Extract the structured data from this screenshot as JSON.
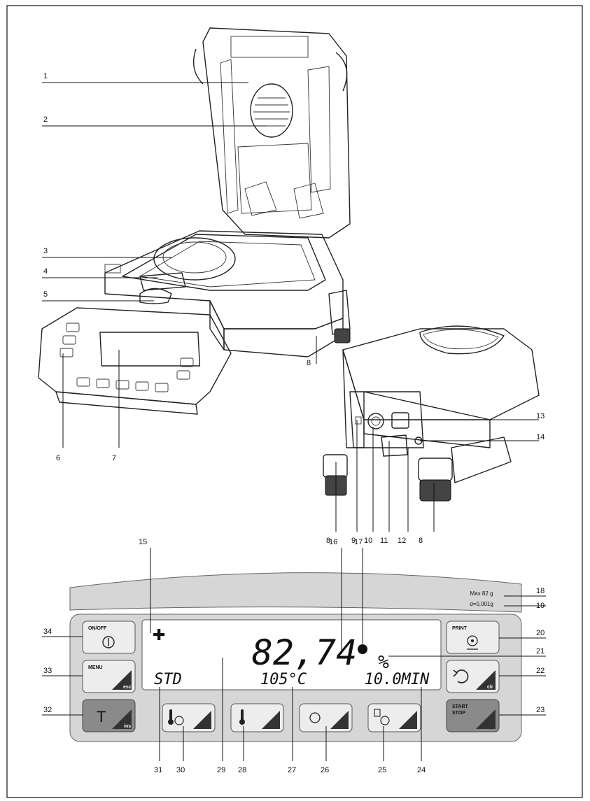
{
  "callouts": {
    "c1": "1",
    "c2": "2",
    "c3": "3",
    "c4": "4",
    "c5": "5",
    "c6": "6",
    "c7": "7",
    "c8a": "8",
    "c8b": "8",
    "c8c": "8",
    "c9": "9",
    "c10": "10",
    "c11": "11",
    "c12": "12",
    "c13": "13",
    "c14": "14",
    "c15": "15",
    "c16": "16",
    "c17": "17",
    "c18": "18",
    "c19": "19",
    "c20": "20",
    "c21": "21",
    "c22": "22",
    "c23": "23",
    "c24": "24",
    "c25": "25",
    "c26": "26",
    "c27": "27",
    "c28": "28",
    "c29": "29",
    "c30": "30",
    "c31": "31",
    "c32": "32",
    "c33": "33",
    "c34": "34"
  },
  "label_strip": {
    "max": "Max 82 g",
    "d": "d=0,001g"
  },
  "display": {
    "main_value": "82,74",
    "unit": "%",
    "program": "STD",
    "temperature": "105°C",
    "time": "10.0MIN",
    "plus_symbol": "✚"
  },
  "keys": {
    "onoff": "ON/OFF",
    "menu": "MENU",
    "menu_sub": "esc",
    "tare": "T",
    "tare_sub": "ins",
    "print": "PRINT",
    "clr": "clr",
    "start_stop_1": "START",
    "start_stop_2": "STOP"
  }
}
